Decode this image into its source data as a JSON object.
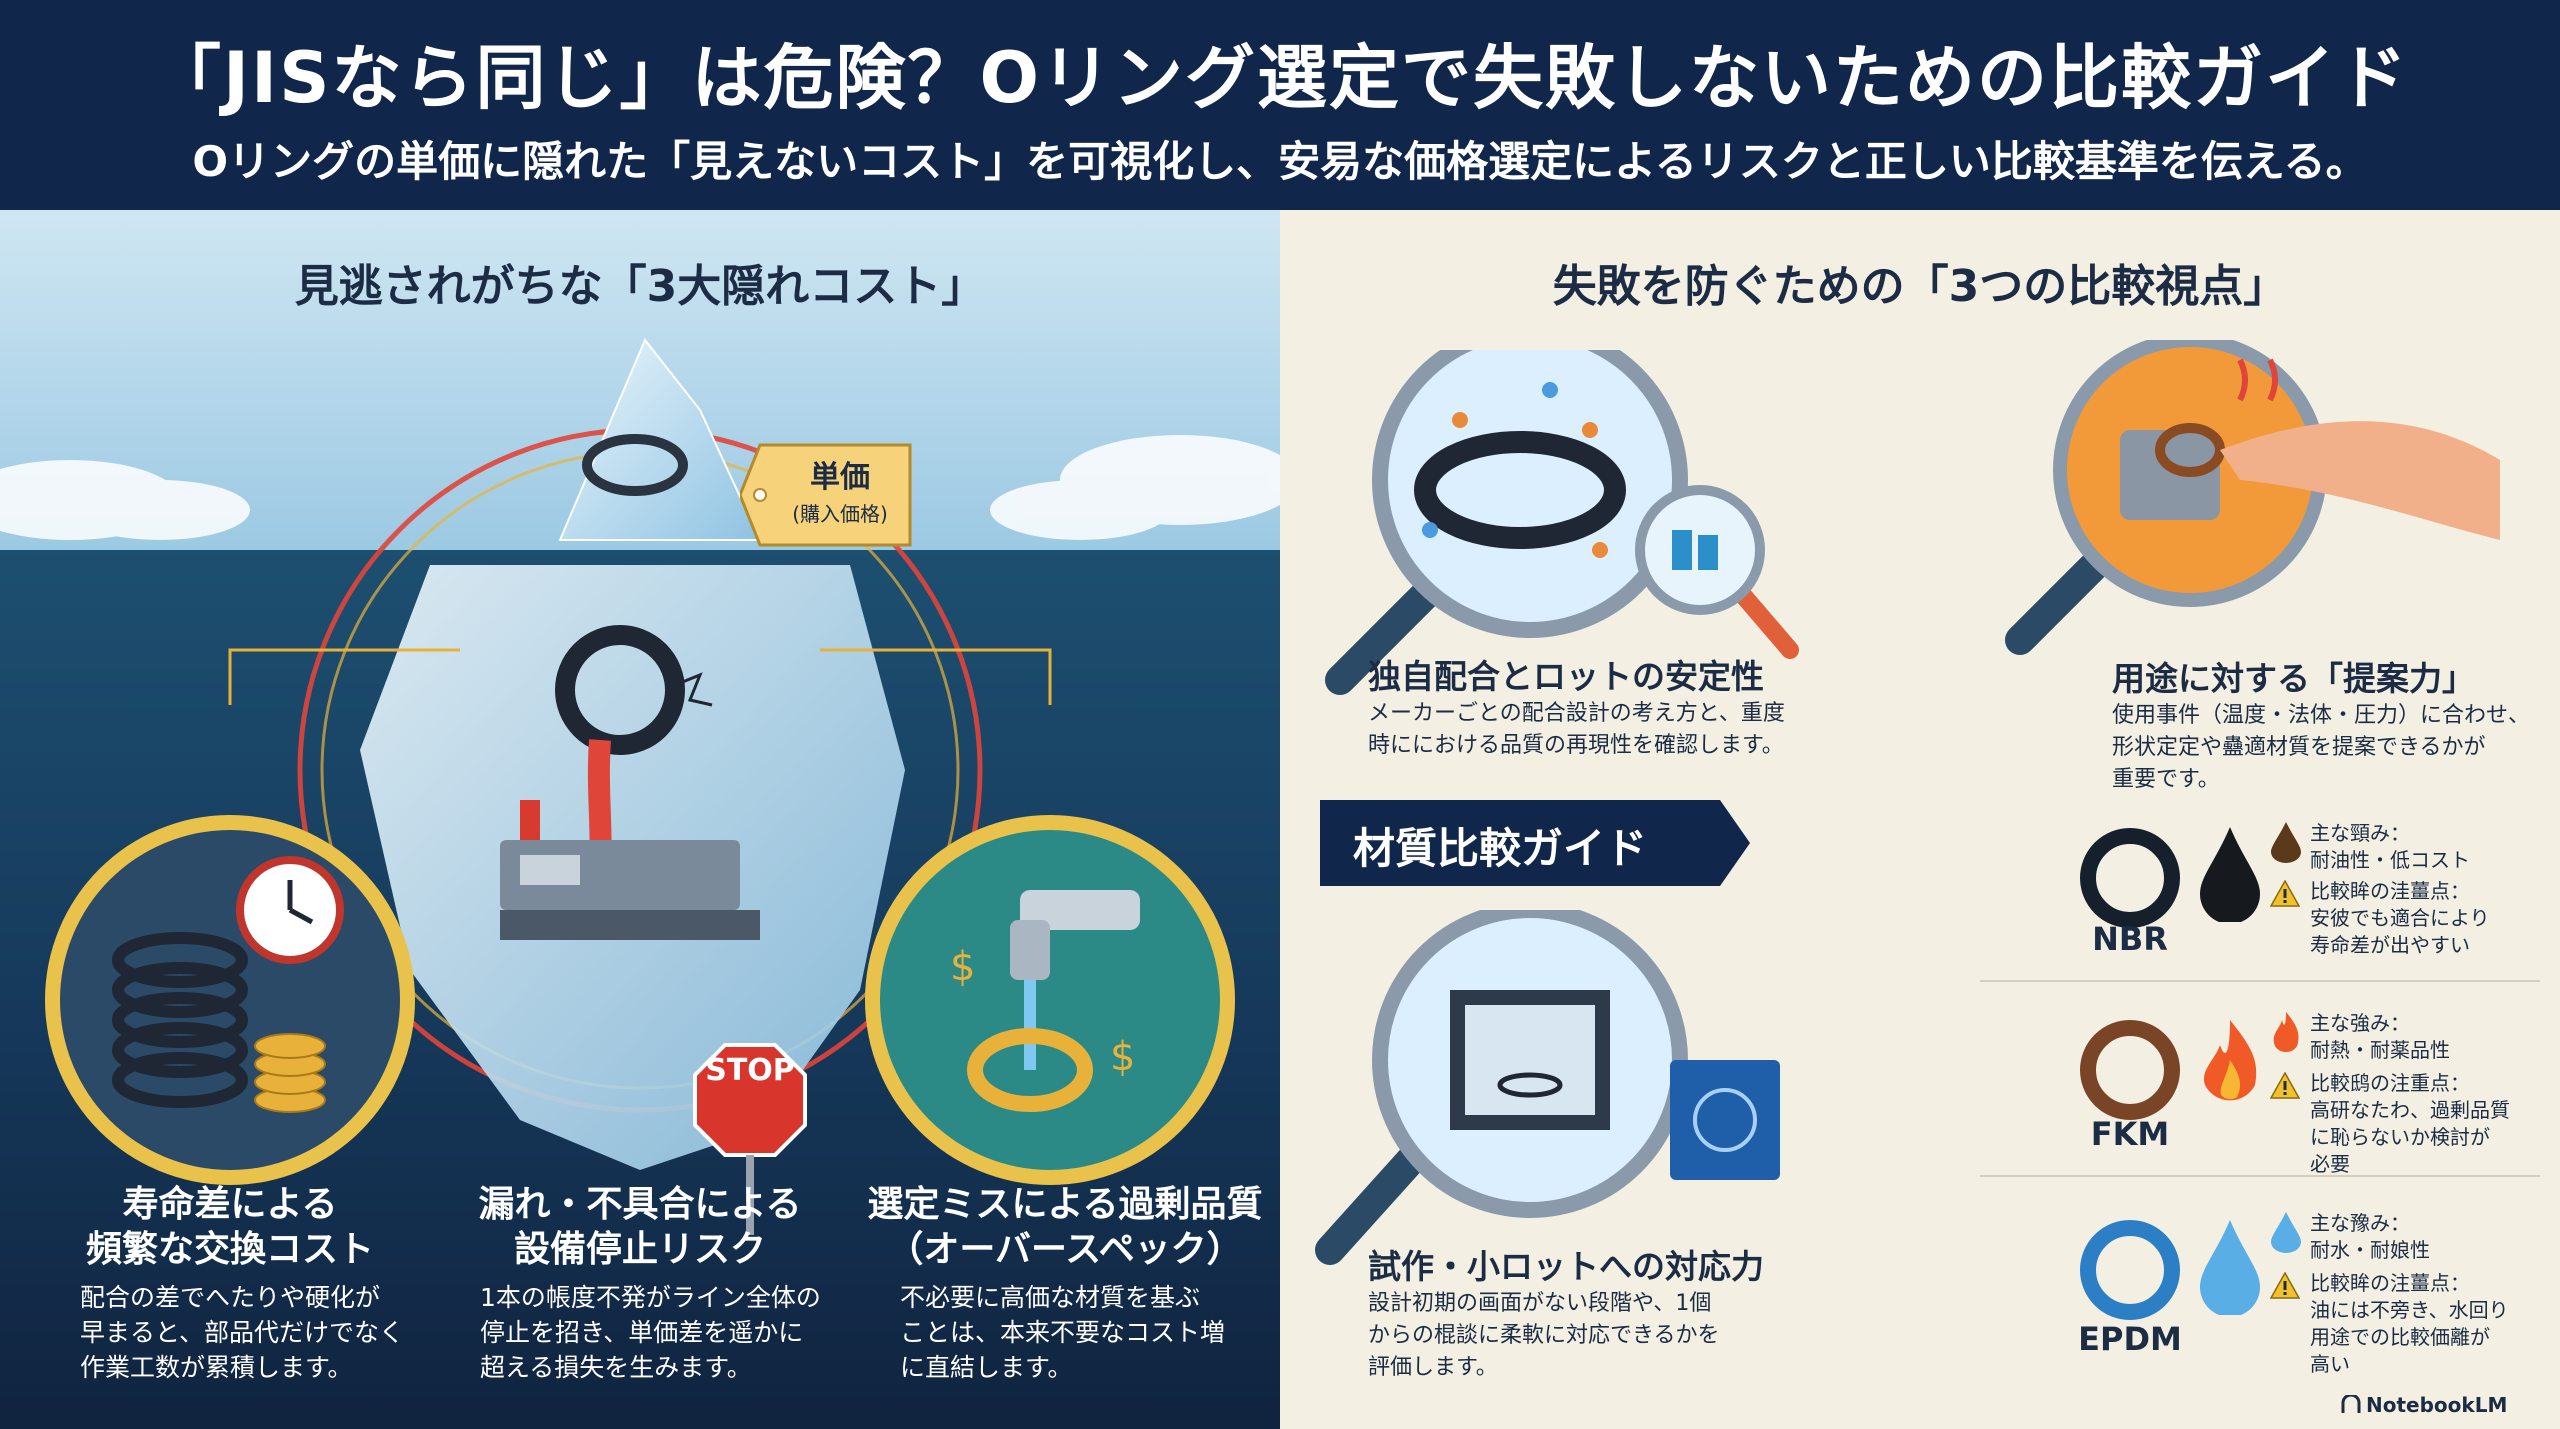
{
  "header": {
    "title": "「JISなら同じ」は危険？Oリング選定で失敗しないための比較ガイド",
    "subtitle": "Oリングの単価に隠れた「見えないコスト」を可視化し、安易な価格選定によるリスクと正しい比較基準を伝える。"
  },
  "left": {
    "heading": "見逃されがちな「3大隠れコスト」",
    "price_tag": {
      "title": "単価",
      "sub": "(購入価格)"
    },
    "stop_sign": "STOP",
    "costs": [
      {
        "title_lines": [
          "寿命差による",
          "頻繁な交換コスト"
        ],
        "body_lines": [
          "配合の差でへたりや硬化が",
          "早まると、部品代だけでなく",
          "作業工数が累積します。"
        ]
      },
      {
        "title_lines": [
          "漏れ・不具合による",
          "設備停止リスク"
        ],
        "body_lines": [
          "1本の帳度不発がライン全体の",
          "停止を招き、単価差を遥かに",
          "超える損失を生みます。"
        ]
      },
      {
        "title_lines": [
          "選定ミスによる過剰品質",
          "（オーバースペック）"
        ],
        "body_lines": [
          "不必要に高価な材質を基ぶ",
          "ことは、本来不要なコスト増",
          "に直結します。"
        ]
      }
    ]
  },
  "right": {
    "heading": "失敗を防ぐための「3つの比較視点」",
    "viewpoints": [
      {
        "title": "独自配合とロットの安定性",
        "body_lines": [
          "メーカーごとの配合設計の考え方と、重度",
          "時ににおける品質の再現性を確認します。"
        ]
      },
      {
        "title": "用途に対する「提案力」",
        "body_lines": [
          "使用事件（温度・法体・圧力）に合わせ、",
          "形状定定や蠱適材質を提案できるかが",
          "重要です。"
        ]
      },
      {
        "title": "試作・小ロットへの対応力",
        "body_lines": [
          "設計初期の画面がない段階や、1個",
          "からの棍談に柔軟に対応できるかを",
          "評価します。"
        ]
      }
    ],
    "guide_label": "材質比較ガイド",
    "materials": [
      {
        "name": "NBR",
        "color": "#16202c",
        "strength_lines": [
          "主な頸み：",
          "耐油性・低コスト"
        ],
        "caution_lines": [
          "比較眸の洼薑点：",
          "安彼でも適合により",
          "寿命差が出やすい"
        ]
      },
      {
        "name": "FKM",
        "color": "#7a4426",
        "strength_lines": [
          "主な強み：",
          "耐熱・耐薬品性"
        ],
        "caution_lines": [
          "比較鸱の注重点：",
          "高研なたわ、過剰品質",
          "に恥らないか検討が",
          "必要"
        ]
      },
      {
        "name": "EPDM",
        "color": "#2c7fc4",
        "strength_lines": [
          "主な豫み：",
          "耐水・耐娘性"
        ],
        "caution_lines": [
          "比較眸の注薑点：",
          "油には不旁き、水回り",
          "用途での比較価離が",
          "高い"
        ]
      }
    ]
  },
  "footer": {
    "brand": "NotebookLM"
  },
  "colors": {
    "navy": "#10264a",
    "cream": "#f3efe3",
    "accent_red": "#e0453a",
    "gold": "#e8b23a"
  }
}
